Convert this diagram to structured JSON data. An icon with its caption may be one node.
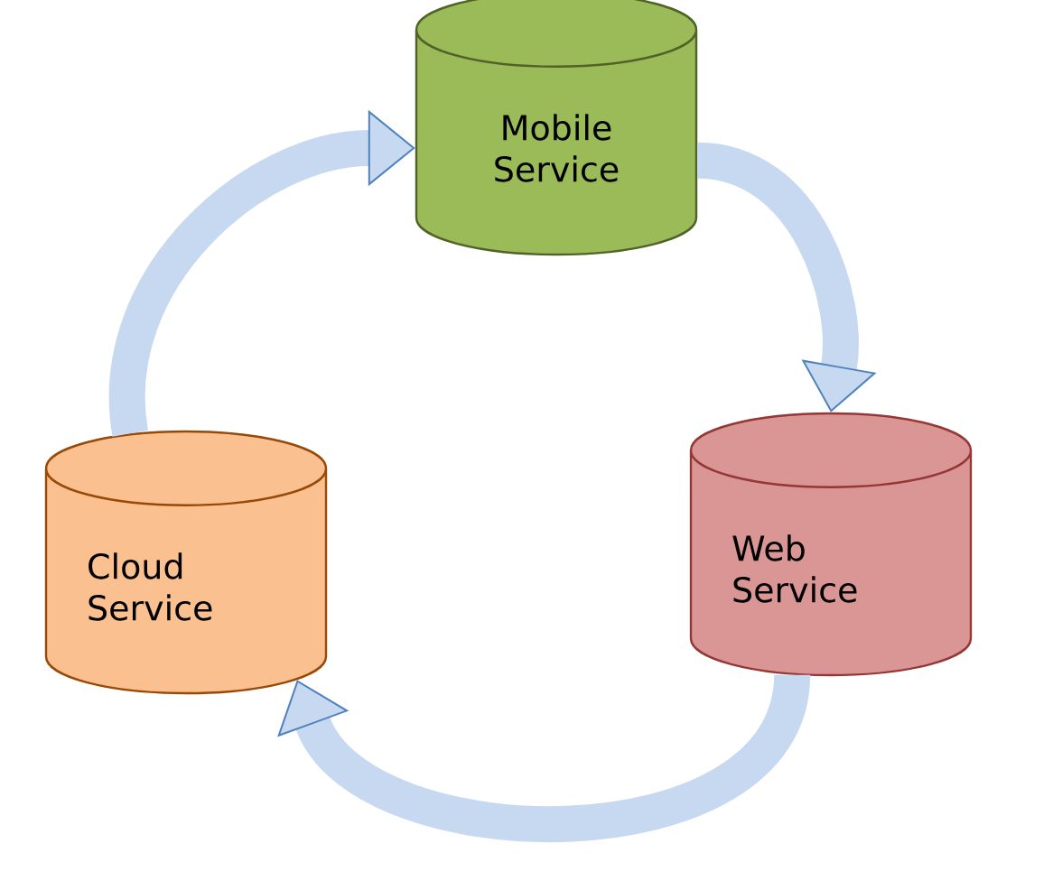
{
  "diagram": {
    "nodes": [
      {
        "text": [
          "Mobile Service"
        ]
      },
      {
        "text": [
          "Web Service"
        ]
      },
      {
        "text": [
          "Cloud Service"
        ]
      }
    ],
    "edges": [
      {
        "from": 0,
        "to": 1,
        "arrow": "to"
      },
      {
        "from": 1,
        "to": 2,
        "arrow": "to"
      },
      {
        "from": 2,
        "to": 0,
        "arrow": "to"
      }
    ]
  }
}
